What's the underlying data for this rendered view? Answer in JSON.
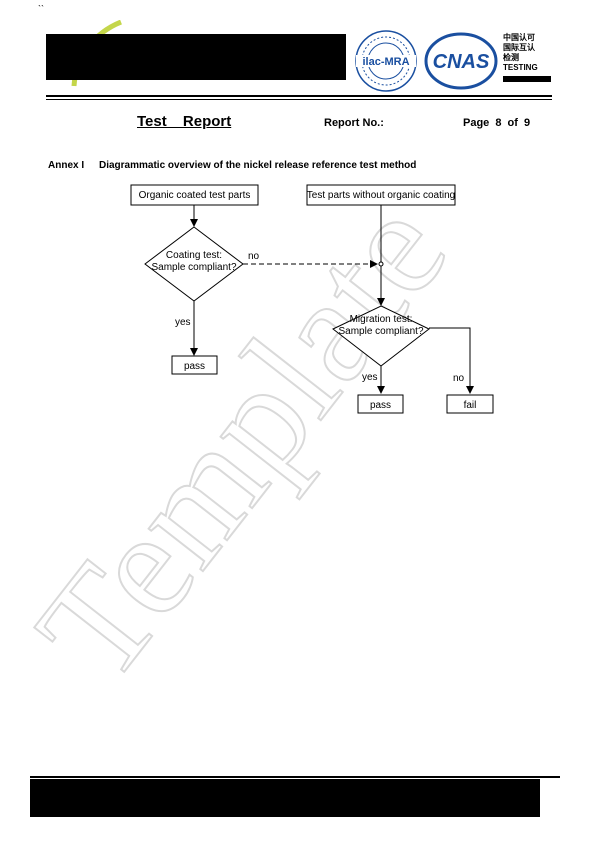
{
  "header": {
    "mark": "``",
    "ilac_label": "ilac-MRA",
    "cnas_label": "CNAS",
    "cnas_lines": [
      "中国认可",
      "国际互认",
      "检测",
      "TESTING"
    ]
  },
  "report": {
    "title": "Test Report",
    "report_no_label": "Report No.:",
    "page_info": "Page 8 of 9"
  },
  "annex": {
    "label": "Annex I",
    "title": "Diagrammatic overview of the nickel release reference test method"
  },
  "flow": {
    "box_coated": "Organic coated test parts",
    "box_uncoated": "Test parts without organic coating",
    "coating_q1": "Coating test:",
    "coating_q2": "Sample compliant?",
    "no1": "no",
    "yes1": "yes",
    "pass1": "pass",
    "migration_q1": "Migration test:",
    "migration_q2": "Sample compliant?",
    "yes2": "yes",
    "no2": "no",
    "pass2": "pass",
    "fail": "fail"
  },
  "watermark": {
    "text": "Template"
  }
}
